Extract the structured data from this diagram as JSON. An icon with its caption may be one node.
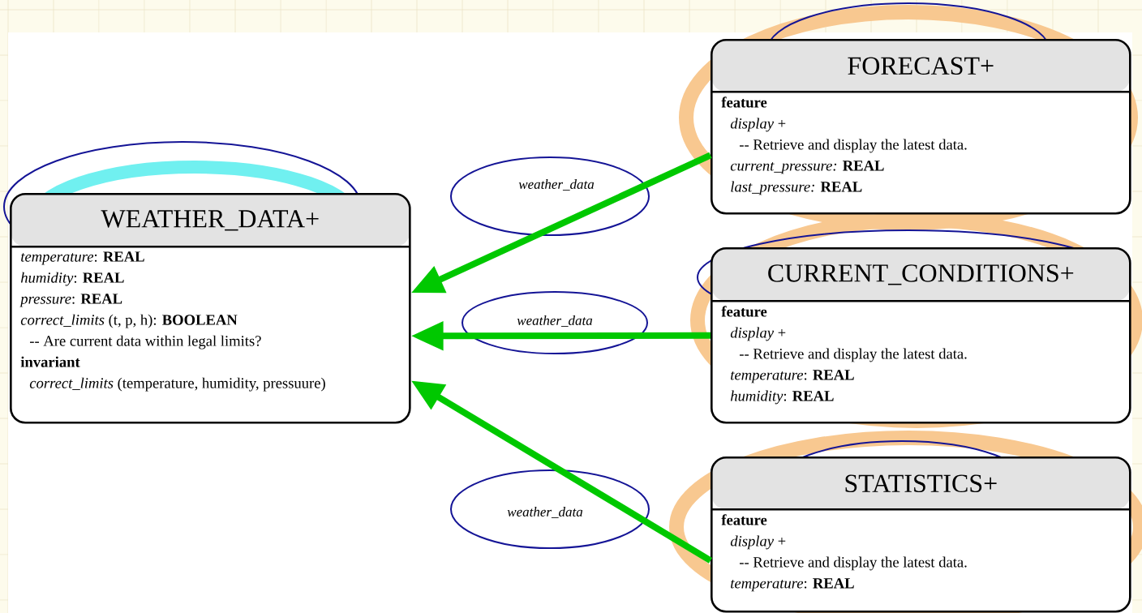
{
  "diagram": {
    "nodes": [
      {
        "text": [
          "WEATHER_DATA+",
          "*temperature*: **REAL**",
          "*humidity*: **REAL**",
          "*pressure*: **REAL**",
          "*correct_limits* (t, p, h): **BOOLEAN**",
          "-- Are current data within legal limits?",
          "**invariant**",
          "*correct_limits* (temperature, humidity, pressuure)"
        ]
      },
      {
        "text": [
          "FORECAST+",
          "**feature**",
          "*display* +",
          "-- Retrieve and display the latest data.",
          "*current_pressure:* **REAL**",
          "*last_pressure:* **REAL**"
        ]
      },
      {
        "text": [
          "CURRENT_CONDITIONS+",
          "**feature**",
          "*display* +",
          "-- Retrieve and display the latest data.",
          "*temperature*: **REAL**",
          "*humidity*: **REAL**"
        ]
      },
      {
        "text": [
          "STATISTICS+",
          "**feature**",
          "*display* +",
          "-- Retrieve and display the latest data.",
          "*temperature*: **REAL**"
        ]
      }
    ],
    "edges": [
      {
        "from": 1,
        "to": 0,
        "arrow": "to",
        "label": "weather_data"
      },
      {
        "from": 2,
        "to": 0,
        "arrow": "to",
        "label": "weather_data"
      },
      {
        "from": 3,
        "to": 0,
        "arrow": "to",
        "label": "weather_data"
      }
    ]
  }
}
